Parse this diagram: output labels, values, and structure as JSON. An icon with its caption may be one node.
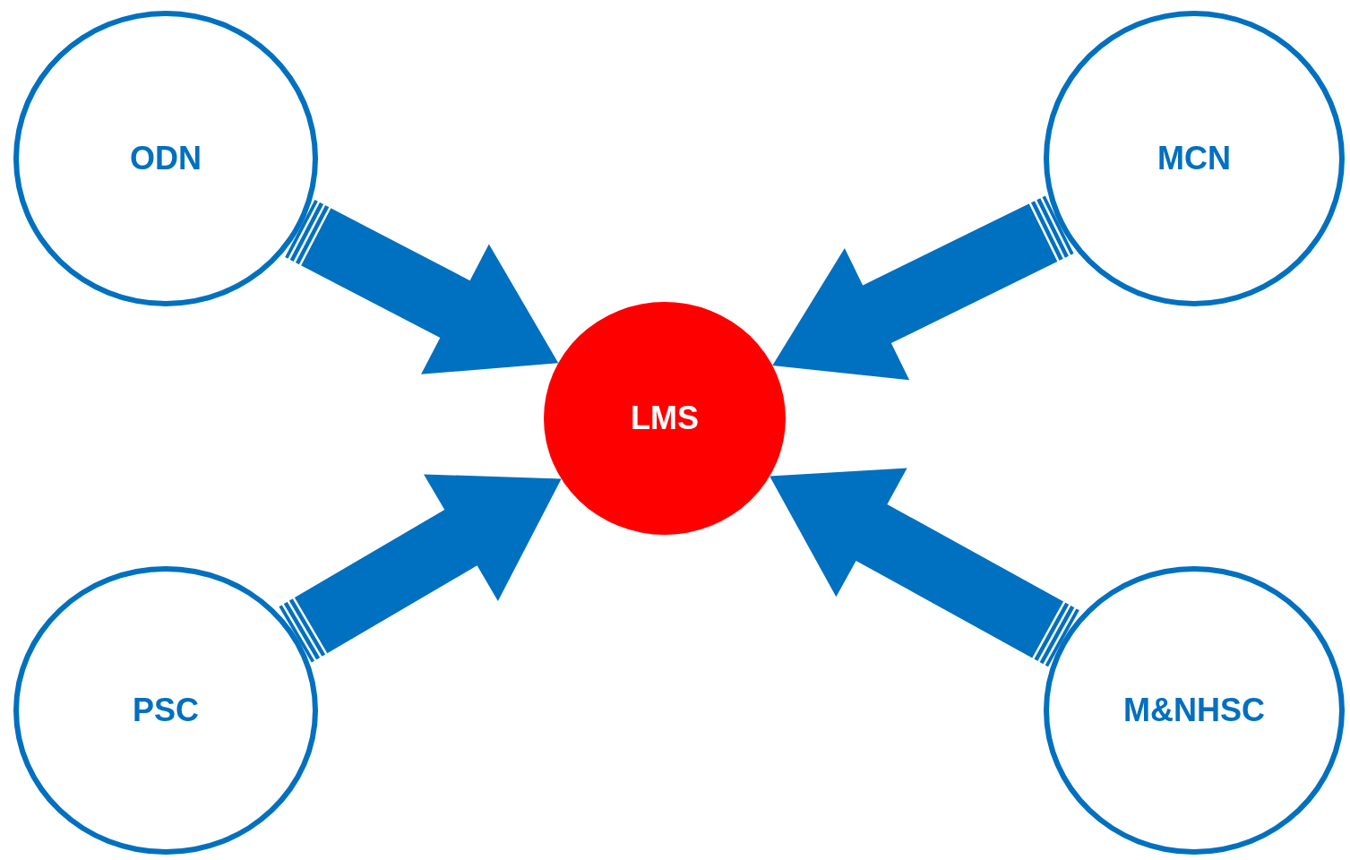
{
  "diagram": {
    "nodes": [
      {
        "text": [
          "ODN"
        ]
      },
      {
        "text": [
          "MCN"
        ]
      },
      {
        "text": [
          "LMS"
        ]
      },
      {
        "text": [
          "PSC"
        ]
      },
      {
        "text": [
          "M&NHSC"
        ]
      }
    ],
    "edges": [
      {
        "from": 0,
        "to": 2,
        "arrow": "to"
      },
      {
        "from": 1,
        "to": 2,
        "arrow": "to"
      },
      {
        "from": 3,
        "to": 2,
        "arrow": "to"
      },
      {
        "from": 4,
        "to": 2,
        "arrow": "to"
      }
    ]
  }
}
